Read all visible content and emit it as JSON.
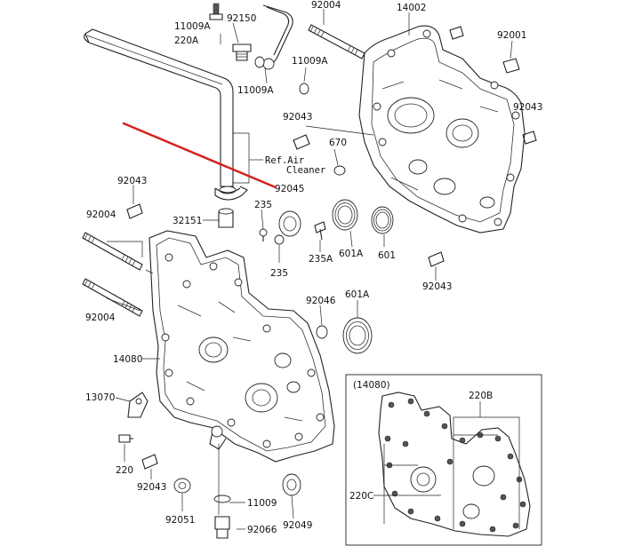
{
  "labels": {
    "p11009a_top": "11009A",
    "p92150": "92150",
    "p220a": "220A",
    "p92004_top": "92004",
    "p14002": "14002",
    "p92001": "92001",
    "p11009a_mid": "11009A",
    "p11009a_left": "11009A",
    "p92043_right": "92043",
    "p92043_mid": "92043",
    "p670": "670",
    "ref_air_line1": "Ref.Air",
    "ref_air_line2": "Cleaner",
    "p92045": "92045",
    "p92043_left": "92043",
    "p32151": "32151",
    "p235_top": "235",
    "p235_bottom": "235",
    "p235a": "235A",
    "p601a_top": "601A",
    "p601": "601",
    "p92004_left1": "92004",
    "p92004_left2": "92004",
    "p92043_lower_right": "92043",
    "p92046": "92046",
    "p601a_mid": "601A",
    "p14080": "14080",
    "p13070": "13070",
    "p220": "220",
    "p92043_bottom": "92043",
    "p11009_bottom": "11009",
    "p92051": "92051",
    "p92066": "92066",
    "p92049": "92049",
    "inset_title": "(14080)",
    "inset_220b": "220B",
    "inset_220c": "220C"
  },
  "colors": {
    "annotation_line": "#d42020",
    "line_art": "#222222"
  }
}
